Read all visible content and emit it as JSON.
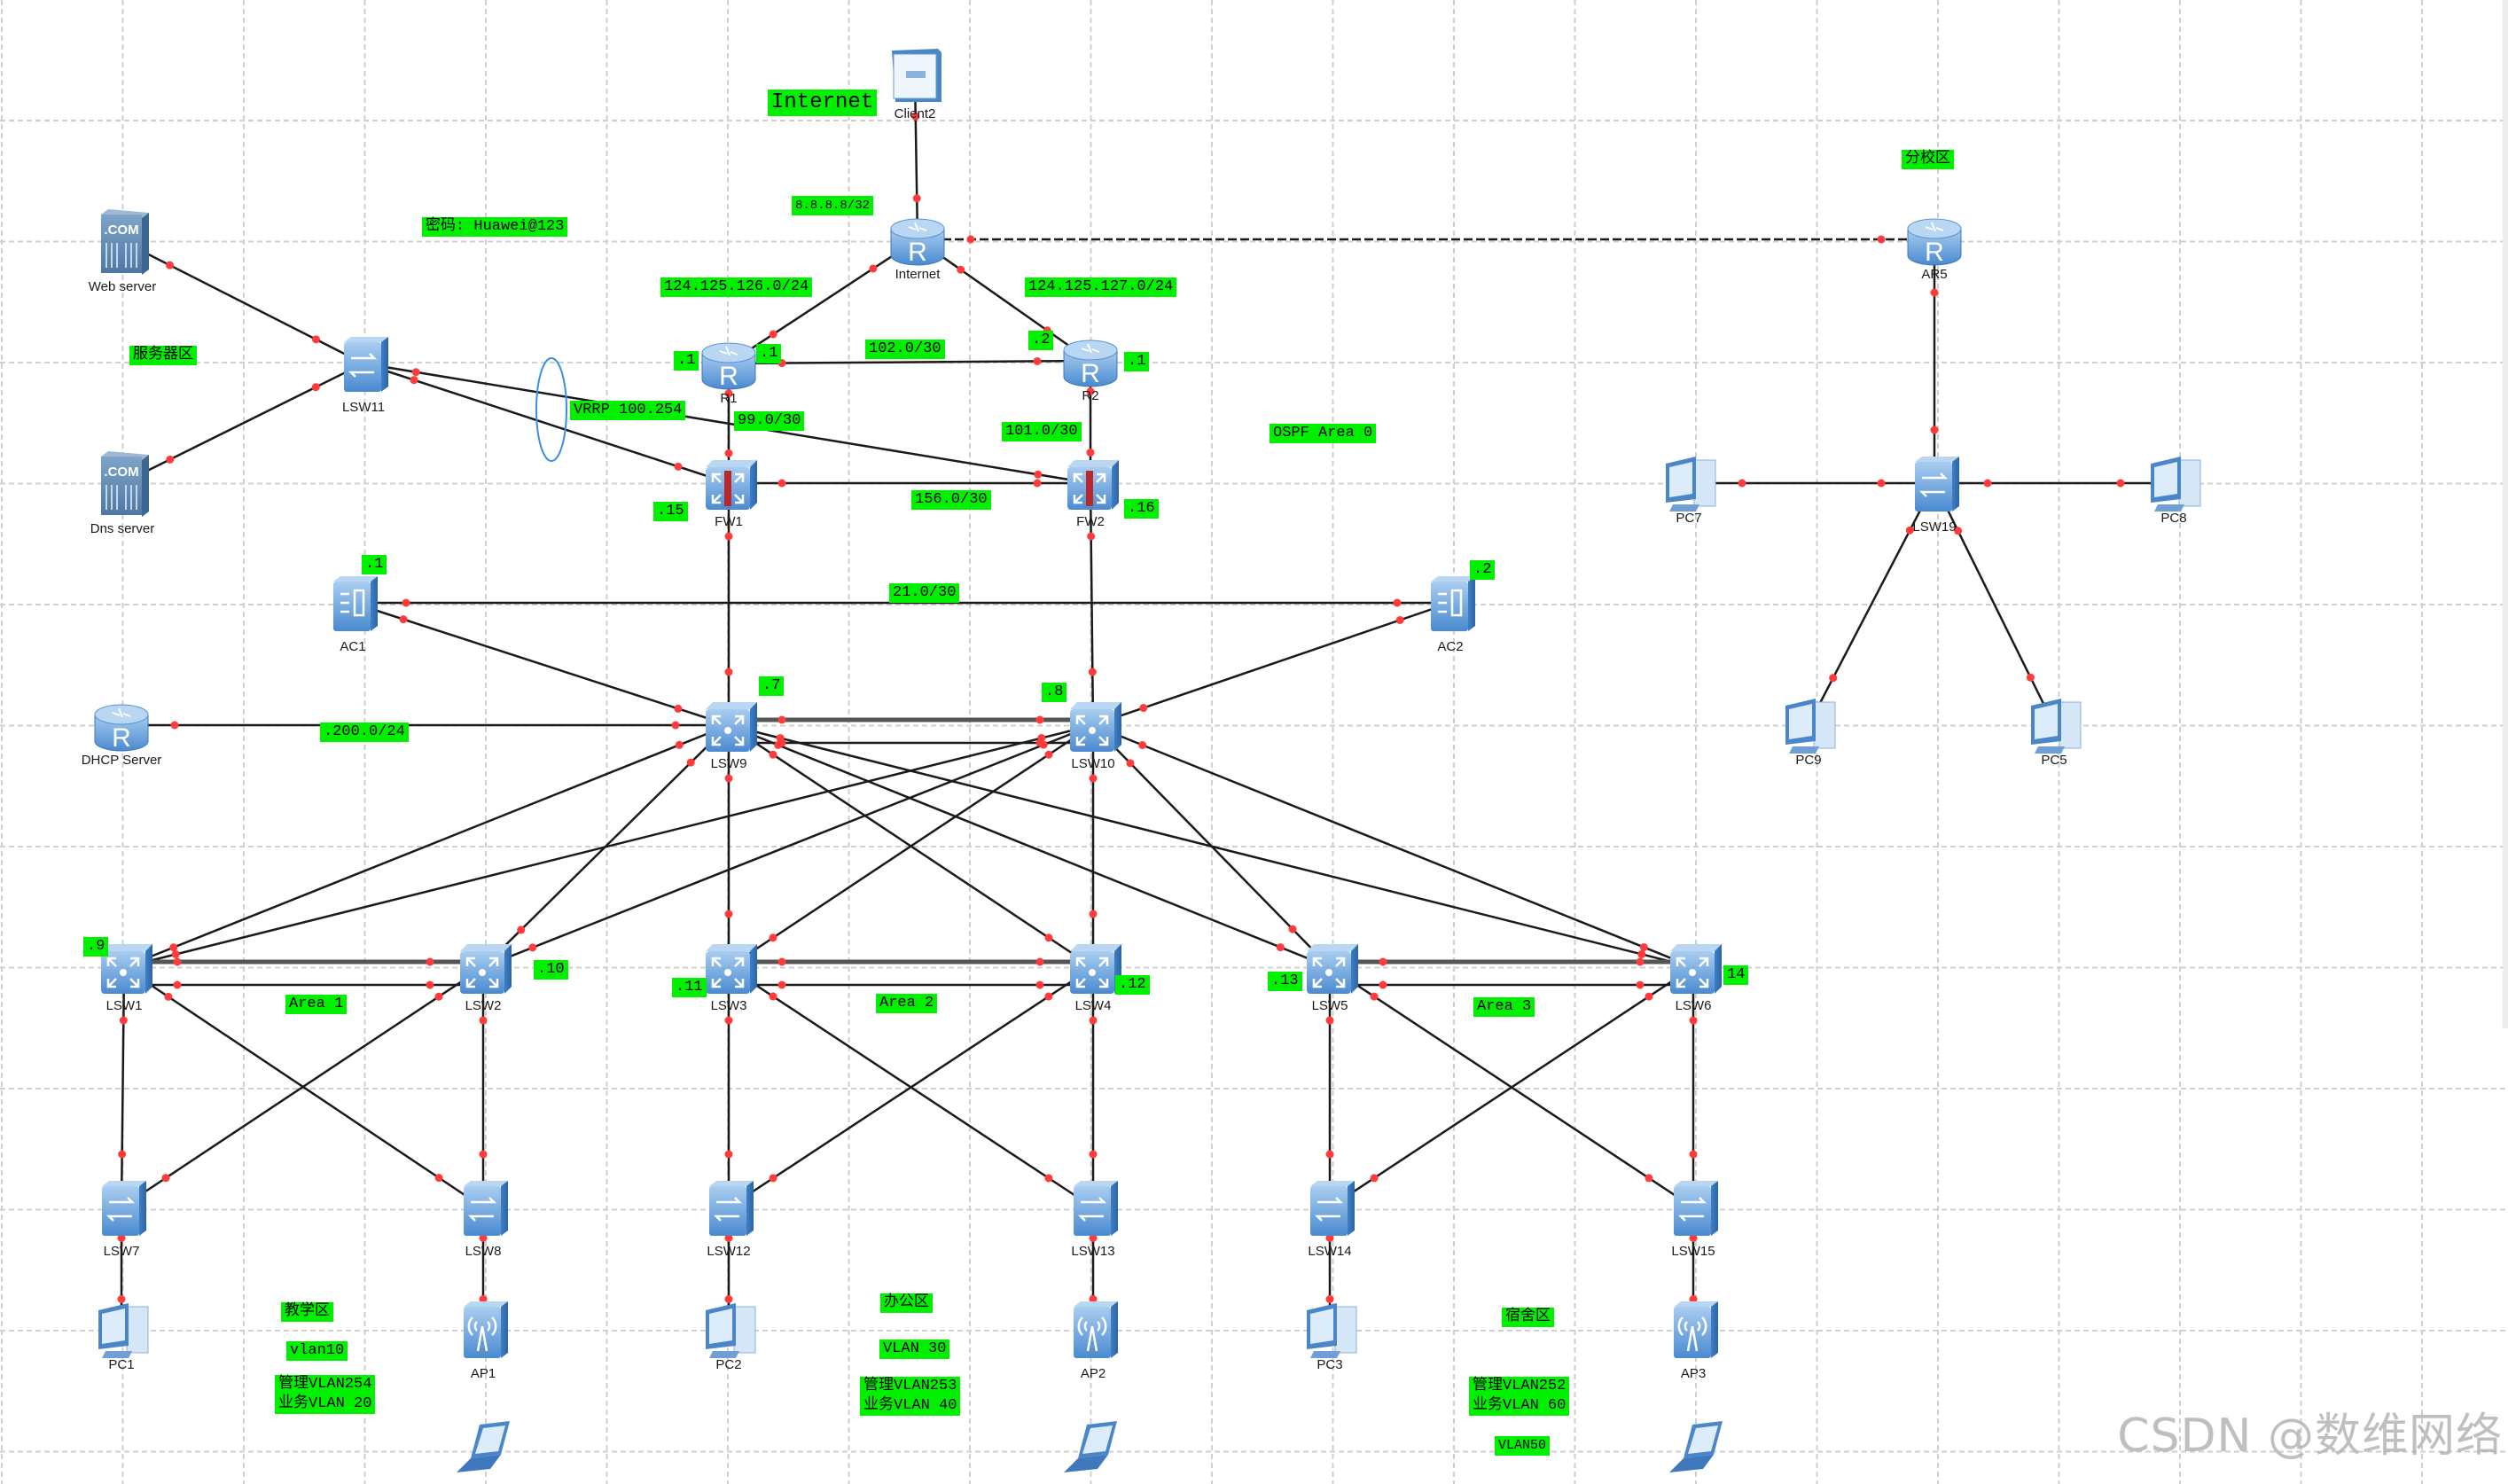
{
  "diagram": {
    "title_tag": "Internet",
    "password_tag": "密码: Huawei@123",
    "colors": {
      "tag_bg": "#00f000",
      "link": "#1a1a1a",
      "port_dot": "#ff3b3b",
      "vrrp_ring": "#3a8ee6",
      "grid": "#cfcfcf"
    },
    "nodes": [
      {
        "id": "Client2",
        "label": "Client2",
        "type": "client"
      },
      {
        "id": "Internet",
        "label": "Internet",
        "type": "router"
      },
      {
        "id": "AR5",
        "label": "AR5",
        "type": "router"
      },
      {
        "id": "R1",
        "label": "R1",
        "type": "router"
      },
      {
        "id": "R2",
        "label": "R2",
        "type": "router"
      },
      {
        "id": "FW1",
        "label": "FW1",
        "type": "firewall"
      },
      {
        "id": "FW2",
        "label": "FW2",
        "type": "firewall"
      },
      {
        "id": "LSW11",
        "label": "LSW11",
        "type": "switch"
      },
      {
        "id": "Web",
        "label": "Web server",
        "type": "server"
      },
      {
        "id": "Dns",
        "label": "Dns server",
        "type": "server"
      },
      {
        "id": "AC1",
        "label": "AC1",
        "type": "ac"
      },
      {
        "id": "AC2",
        "label": "AC2",
        "type": "ac"
      },
      {
        "id": "DHCP",
        "label": "DHCP Server",
        "type": "router"
      },
      {
        "id": "LSW9",
        "label": "LSW9",
        "type": "core"
      },
      {
        "id": "LSW10",
        "label": "LSW10",
        "type": "core"
      },
      {
        "id": "LSW1",
        "label": "LSW1",
        "type": "core"
      },
      {
        "id": "LSW2",
        "label": "LSW2",
        "type": "core"
      },
      {
        "id": "LSW3",
        "label": "LSW3",
        "type": "core"
      },
      {
        "id": "LSW4",
        "label": "LSW4",
        "type": "core"
      },
      {
        "id": "LSW5",
        "label": "LSW5",
        "type": "core"
      },
      {
        "id": "LSW6",
        "label": "LSW6",
        "type": "core"
      },
      {
        "id": "LSW7",
        "label": "LSW7",
        "type": "switch"
      },
      {
        "id": "LSW8",
        "label": "LSW8",
        "type": "switch"
      },
      {
        "id": "LSW12",
        "label": "LSW12",
        "type": "switch"
      },
      {
        "id": "LSW13",
        "label": "LSW13",
        "type": "switch"
      },
      {
        "id": "LSW14",
        "label": "LSW14",
        "type": "switch"
      },
      {
        "id": "LSW15",
        "label": "LSW15",
        "type": "switch"
      },
      {
        "id": "PC1",
        "label": "PC1",
        "type": "pc"
      },
      {
        "id": "AP1",
        "label": "AP1",
        "type": "ap"
      },
      {
        "id": "PC2",
        "label": "PC2",
        "type": "pc"
      },
      {
        "id": "AP2",
        "label": "AP2",
        "type": "ap"
      },
      {
        "id": "PC3",
        "label": "PC3",
        "type": "pc"
      },
      {
        "id": "AP3",
        "label": "AP3",
        "type": "ap"
      },
      {
        "id": "STA1",
        "label": "",
        "type": "laptop"
      },
      {
        "id": "STA2",
        "label": "",
        "type": "laptop"
      },
      {
        "id": "STA3",
        "label": "",
        "type": "laptop"
      },
      {
        "id": "LSW19",
        "label": "LSW19",
        "type": "switch"
      },
      {
        "id": "PC7",
        "label": "PC7",
        "type": "pc"
      },
      {
        "id": "PC8",
        "label": "PC8",
        "type": "pc"
      },
      {
        "id": "PC9",
        "label": "PC9",
        "type": "pc"
      },
      {
        "id": "PC5",
        "label": "PC5",
        "type": "pc"
      }
    ],
    "links": [
      [
        "Client2",
        "Internet"
      ],
      [
        "Internet",
        "R1"
      ],
      [
        "Internet",
        "R2"
      ],
      [
        "R1",
        "R2"
      ],
      [
        "R1",
        "FW1"
      ],
      [
        "R2",
        "FW2"
      ],
      [
        "FW1",
        "FW2"
      ],
      [
        "LSW11",
        "FW1"
      ],
      [
        "LSW11",
        "FW2"
      ],
      [
        "Web",
        "LSW11"
      ],
      [
        "Dns",
        "LSW11"
      ],
      [
        "FW1",
        "LSW9"
      ],
      [
        "FW2",
        "LSW10"
      ],
      [
        "AC1",
        "AC2"
      ],
      [
        "AC1",
        "LSW9"
      ],
      [
        "AC2",
        "LSW10"
      ],
      [
        "DHCP",
        "LSW9"
      ],
      [
        "LSW9",
        "LSW10"
      ],
      [
        "LSW9",
        "LSW1"
      ],
      [
        "LSW9",
        "LSW2"
      ],
      [
        "LSW9",
        "LSW3"
      ],
      [
        "LSW9",
        "LSW4"
      ],
      [
        "LSW9",
        "LSW5"
      ],
      [
        "LSW9",
        "LSW6"
      ],
      [
        "LSW10",
        "LSW1"
      ],
      [
        "LSW10",
        "LSW2"
      ],
      [
        "LSW10",
        "LSW3"
      ],
      [
        "LSW10",
        "LSW4"
      ],
      [
        "LSW10",
        "LSW5"
      ],
      [
        "LSW10",
        "LSW6"
      ],
      [
        "LSW1",
        "LSW2"
      ],
      [
        "LSW3",
        "LSW4"
      ],
      [
        "LSW5",
        "LSW6"
      ],
      [
        "LSW1",
        "LSW7"
      ],
      [
        "LSW1",
        "LSW8"
      ],
      [
        "LSW2",
        "LSW7"
      ],
      [
        "LSW2",
        "LSW8"
      ],
      [
        "LSW3",
        "LSW12"
      ],
      [
        "LSW3",
        "LSW13"
      ],
      [
        "LSW4",
        "LSW12"
      ],
      [
        "LSW4",
        "LSW13"
      ],
      [
        "LSW5",
        "LSW14"
      ],
      [
        "LSW5",
        "LSW15"
      ],
      [
        "LSW6",
        "LSW14"
      ],
      [
        "LSW6",
        "LSW15"
      ],
      [
        "LSW7",
        "PC1"
      ],
      [
        "LSW8",
        "AP1"
      ],
      [
        "LSW12",
        "PC2"
      ],
      [
        "LSW13",
        "AP2"
      ],
      [
        "LSW14",
        "PC3"
      ],
      [
        "LSW15",
        "AP3"
      ],
      [
        "AR5",
        "LSW19"
      ],
      [
        "LSW19",
        "PC7"
      ],
      [
        "LSW19",
        "PC8"
      ],
      [
        "LSW19",
        "PC9"
      ],
      [
        "LSW19",
        "PC5"
      ]
    ],
    "dashed_links": [
      [
        "Internet",
        "AR5"
      ]
    ],
    "double_links": [
      [
        "LSW9",
        "LSW10"
      ],
      [
        "LSW1",
        "LSW2"
      ],
      [
        "LSW3",
        "LSW4"
      ],
      [
        "LSW5",
        "LSW6"
      ]
    ],
    "tags": {
      "internet": "Internet",
      "client_net": "8.8.8.8/32",
      "password": "密码: Huawei@123",
      "r1_net": "124.125.126.0/24",
      "r2_net": "124.125.127.0/24",
      "server_zone": "服务器区",
      "r1_left": ".1",
      "r1_right": ".1",
      "r2_left": ".2",
      "r2_right": ".1",
      "r1_r2_net": "102.0/30",
      "vrrp": "VRRP 100.254",
      "r1_fw1_net": "99.0/30",
      "r2_fw2_net": "101.0/30",
      "ospf": "OSPF Area 0",
      "fw1_ip": ".15",
      "fw2_ip": ".16",
      "fw_net": "156.0/30",
      "branch": "分校区",
      "ac1_ip": ".1",
      "ac2_ip": ".2",
      "ac_net": "21.0/30",
      "dhcp_net": ".200.0/24",
      "lsw9_ip": ".7",
      "lsw10_ip": ".8",
      "lsw1_ip": ".9",
      "lsw2_ip": ".10",
      "lsw3_ip": ".11",
      "lsw4_ip": ".12",
      "lsw5_ip": ".13",
      "lsw6_ip": "14",
      "area1": "Area 1",
      "area2": "Area 2",
      "area3": "Area 3",
      "teach_zone": "教学区",
      "teach_vlan": "vlan10",
      "teach_mgmt": "管理VLAN254\n业务VLAN 20",
      "office_zone": "办公区",
      "office_vlan": "VLAN 30",
      "office_mgmt": "管理VLAN253\n业务VLAN 40",
      "dorm_zone": "宿舍区",
      "dorm_mgmt": "管理VLAN252\n业务VLAN 60",
      "dorm_vlan": "VLAN50"
    },
    "watermark": "CSDN @数维网络"
  }
}
